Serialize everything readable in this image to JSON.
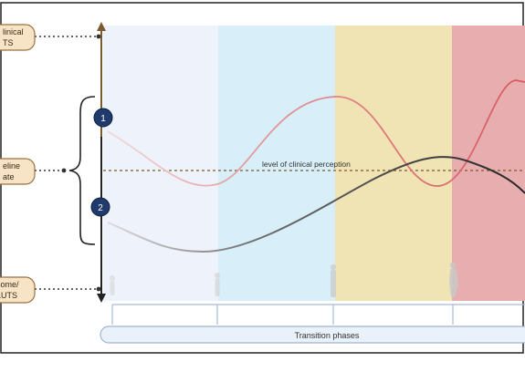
{
  "left_labels": {
    "top": [
      "linical",
      "TS"
    ],
    "middle": [
      "eline",
      "ate"
    ],
    "bottom": [
      "some/",
      "LUTS"
    ]
  },
  "markers": [
    "1",
    "2"
  ],
  "threshold_label": "level of clinical perception",
  "footer_label": "Transition phases",
  "colors": {
    "phase_1": "#eef3fb",
    "phase_2": "#d8eef9",
    "phase_3": "#f0e3b4",
    "phase_4": "#e8adae",
    "curve_red": "#d9595e",
    "curve_dark": "#2d2d2d",
    "axis": "#7a5a2e",
    "label_fill": "#f7e4c6",
    "label_stroke": "#9b7242",
    "marker_fill": "#1f3a6b"
  }
}
